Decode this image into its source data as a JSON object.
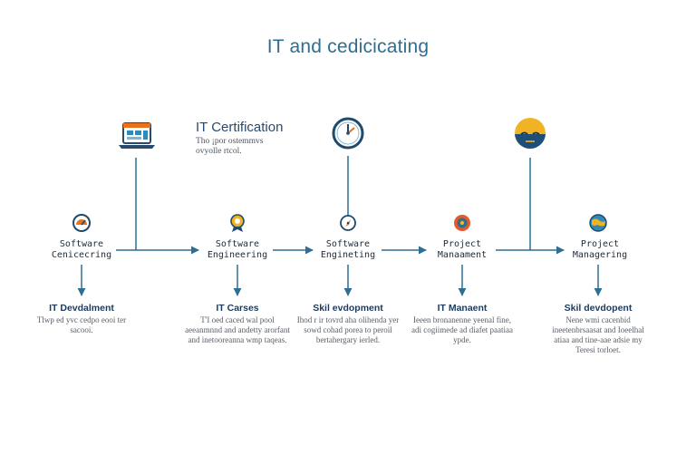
{
  "title": "IT and cedicicating",
  "certification": {
    "title": "IT Certification",
    "description": "Tho ¡por ostemmvs ovyolle rtcol."
  },
  "nodes": [
    {
      "label": "Software Cenicecring"
    },
    {
      "label": "Software Engineering"
    },
    {
      "label": "Software Engineting"
    },
    {
      "label": "Project Manaament"
    },
    {
      "label": "Project Managering"
    }
  ],
  "subitems": [
    {
      "title": "IT Devdalment",
      "description": "Tlwp ed yvc cedpo eooi ter sacooi."
    },
    {
      "title": "IT Carses",
      "description": "T'I oed caced wal pool aeeanmnnd and andetty arorfant and inetooreanna wmp taqeas."
    },
    {
      "title": "Skil evdopment",
      "description": "Ihod r ir tovrd aha olihenda yer sowd cohad porea to peroil bertahergary ierled."
    },
    {
      "title": "IT Manaent",
      "description": "Ieeen bronanenne yeenal fine, adi cogiimede ad diafet paatiaa ypde."
    },
    {
      "title": "Skil devdopent",
      "description": "Nene wmi cacenbid ineetenbrsaasat and Ioeelhal atiaa and tine-aae adsie my Teresi torloet."
    }
  ],
  "icons": [
    "laptop-icon",
    "clock-icon",
    "emoji-face-icon",
    "gauge-icon",
    "award-icon",
    "compass-icon",
    "target-icon",
    "globe-icon"
  ],
  "colors": {
    "line": "#2e6e92",
    "accent": "#e8a11c",
    "title": "#2d6f93"
  }
}
